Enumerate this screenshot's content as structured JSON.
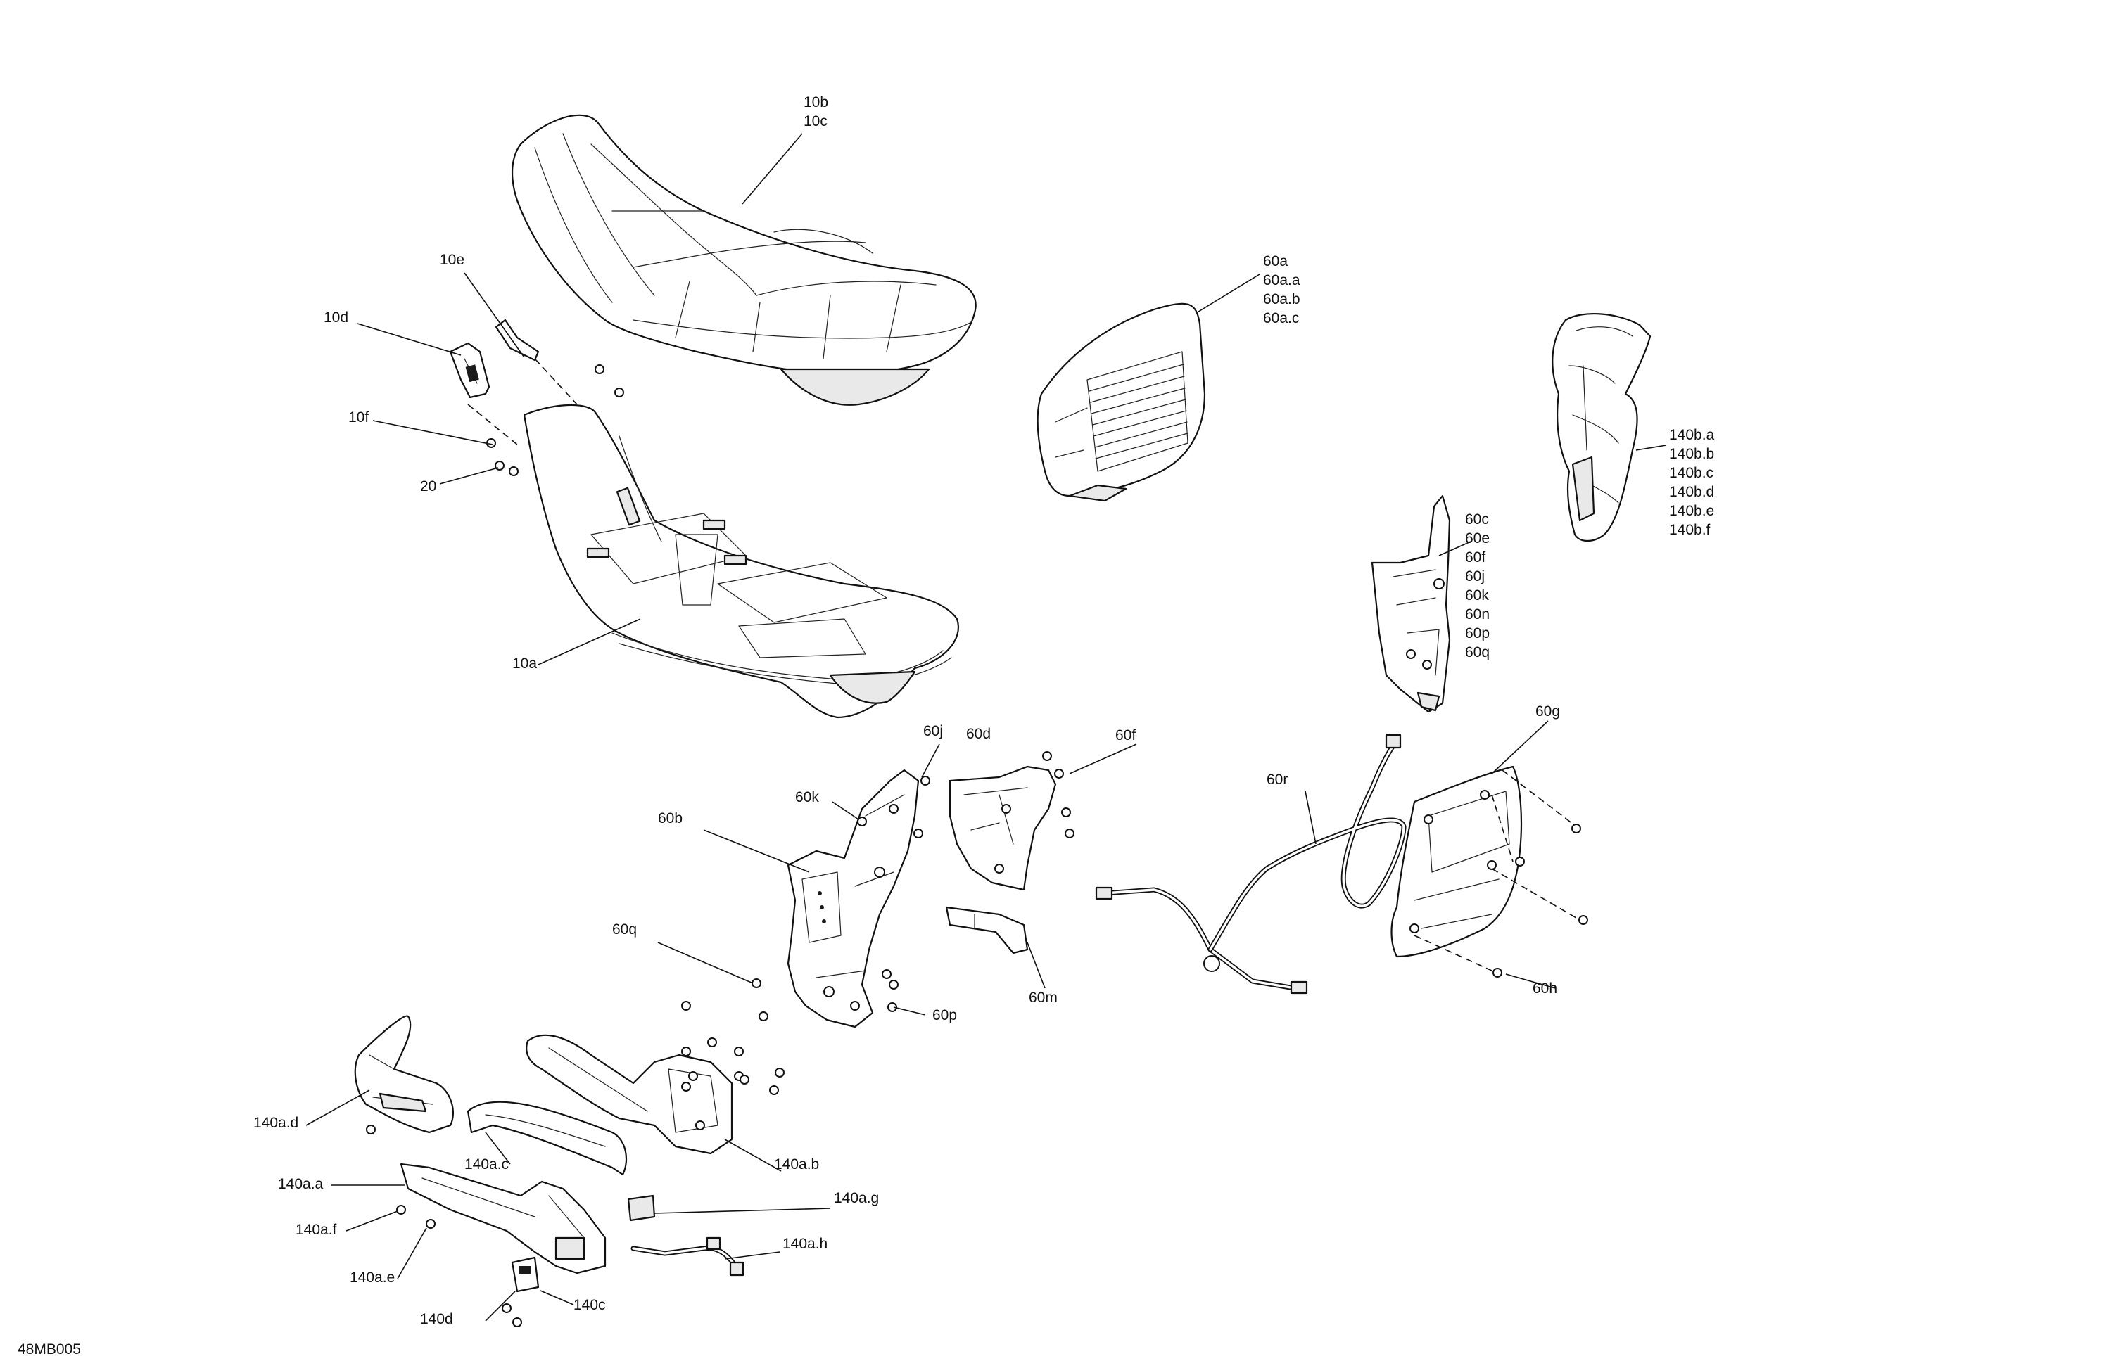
{
  "drawing_id": "48MB005",
  "callouts": {
    "c10b": [
      "10b",
      "10c"
    ],
    "c10e": [
      "10e"
    ],
    "c10d": [
      "10d"
    ],
    "c10f": [
      "10f"
    ],
    "c20": [
      "20"
    ],
    "c10a": [
      "10a"
    ],
    "c60a": [
      "60a",
      "60a.a",
      "60a.b",
      "60a.c"
    ],
    "c140b": [
      "140b.a",
      "140b.b",
      "140b.c",
      "140b.d",
      "140b.e",
      "140b.f"
    ],
    "c60c": [
      "60c",
      "60e",
      "60f",
      "60j",
      "60k",
      "60n",
      "60p",
      "60q"
    ],
    "c60g": [
      "60g"
    ],
    "c60j": [
      "60j"
    ],
    "c60d": [
      "60d"
    ],
    "c60f": [
      "60f"
    ],
    "c60k": [
      "60k"
    ],
    "c60b": [
      "60b"
    ],
    "c60r": [
      "60r"
    ],
    "c60q": [
      "60q"
    ],
    "c60m": [
      "60m"
    ],
    "c60p": [
      "60p"
    ],
    "c60h": [
      "60h"
    ],
    "c140ad": [
      "140a.d"
    ],
    "c140ac": [
      "140a.c"
    ],
    "c140ab": [
      "140a.b"
    ],
    "c140aa": [
      "140a.a"
    ],
    "c140ag": [
      "140a.g"
    ],
    "c140af": [
      "140a.f"
    ],
    "c140ah": [
      "140a.h"
    ],
    "c140ae": [
      "140a.e"
    ],
    "c140d": [
      "140d"
    ],
    "c140c": [
      "140c"
    ]
  }
}
